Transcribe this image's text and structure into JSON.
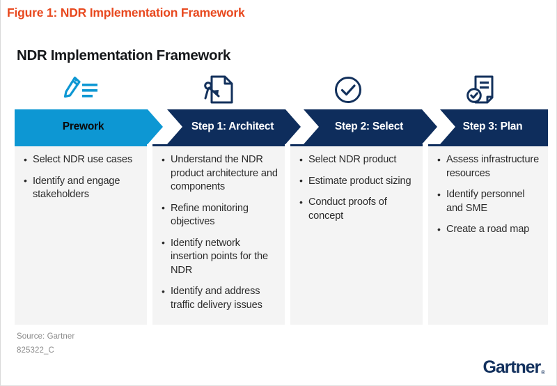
{
  "figure": {
    "caption": "Figure 1: NDR Implementation Framework",
    "caption_color": "#e8491f",
    "title": "NDR Implementation Framework"
  },
  "colors": {
    "accent_blue": "#0d97d3",
    "navy": "#0e2d5c",
    "panel_bg": "#f4f4f4",
    "body_text": "#2b2b2b",
    "muted_text": "#8b8b8b"
  },
  "stages": [
    {
      "icon": "pencil-lines-icon",
      "label": "Prework",
      "style": "accent",
      "items": [
        "Select NDR use cases",
        "Identify and engage stakeholders"
      ]
    },
    {
      "icon": "blueprint-document-icon",
      "label": "Step 1: Architect",
      "style": "navy",
      "items": [
        "Understand the NDR product architecture and components",
        "Refine monitoring objectives",
        "Identify network insertion points for the NDR",
        "Identify and address traffic delivery issues"
      ]
    },
    {
      "icon": "check-circle-icon",
      "label": "Step 2: Select",
      "style": "navy",
      "items": [
        "Select NDR product",
        "Estimate product sizing",
        "Conduct proofs of concept"
      ]
    },
    {
      "icon": "document-check-badge-icon",
      "label": "Step 3: Plan",
      "style": "navy",
      "items": [
        "Assess infrastructure resources",
        "Identify personnel and SME",
        "Create a road map"
      ]
    }
  ],
  "source": {
    "line1": "Source: Gartner",
    "line2": "825322_C"
  },
  "brand": {
    "name": "Gartner",
    "trademark": "®"
  }
}
